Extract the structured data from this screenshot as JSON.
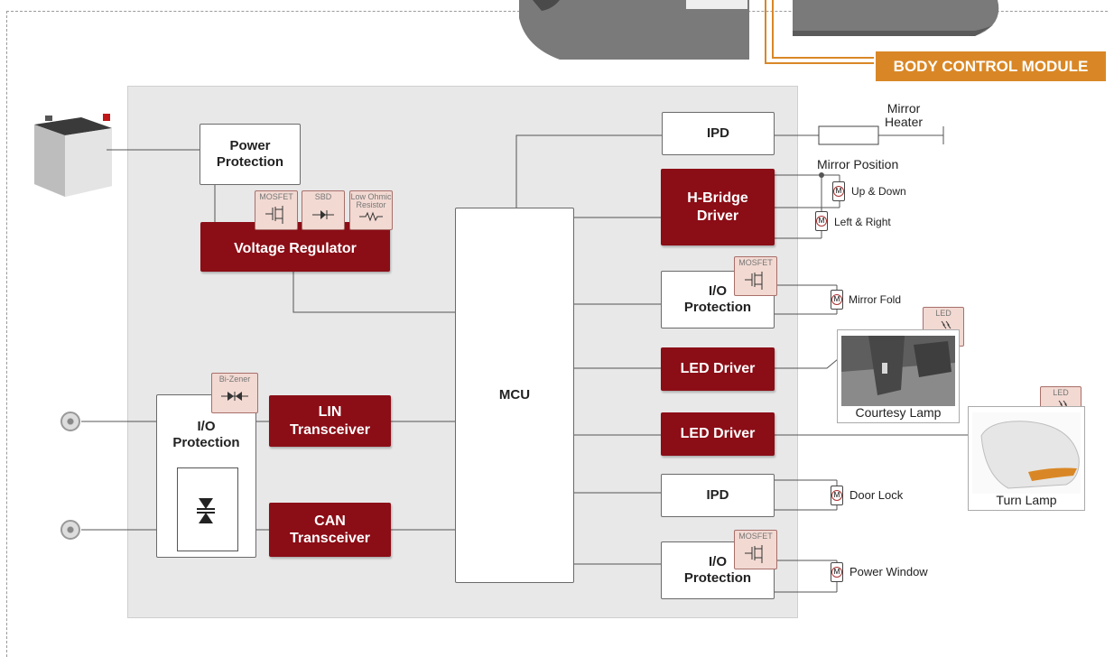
{
  "header": {
    "bcm_label": "BODY CONTROL MODULE"
  },
  "blocks": {
    "power_protection": "Power\nProtection",
    "voltage_regulator": "Voltage Regulator",
    "mcu": "MCU",
    "ipd_top": "IPD",
    "hbridge": "H-Bridge\nDriver",
    "io_protection_mirror": "I/O\nProtection",
    "led_driver_1": "LED Driver",
    "led_driver_2": "LED Driver",
    "ipd_bottom": "IPD",
    "io_protection_window": "I/O\nProtection",
    "io_protection_left": "I/O\nProtection",
    "lin": "LIN\nTransceiver",
    "can": "CAN\nTransceiver"
  },
  "tags": {
    "mosfet": "MOSFET",
    "sbd": "SBD",
    "low_ohmic": "Low Ohmic\nResistor",
    "bi_zener": "Bi-Zener",
    "led": "LED"
  },
  "loads": {
    "mirror_heater": "Mirror\nHeater",
    "mirror_position": "Mirror Position",
    "up_down": "Up & Down",
    "left_right": "Left & Right",
    "mirror_fold": "Mirror Fold",
    "courtesy_lamp": "Courtesy Lamp",
    "turn_lamp": "Turn Lamp",
    "door_lock": "Door Lock",
    "power_window": "Power Window",
    "motor_symbol": "M"
  },
  "colors": {
    "accent_red": "#8b0d16",
    "bcm_orange": "#d98726",
    "tag_fill": "#f2d9d2"
  },
  "icons": [
    "battery-icon",
    "car-door-image",
    "connector-jack-icon",
    "motor-icon",
    "mosfet-icon",
    "diode-icon",
    "resistor-icon",
    "zener-icon",
    "led-icon",
    "courtesy-lamp-photo",
    "turn-lamp-photo"
  ]
}
